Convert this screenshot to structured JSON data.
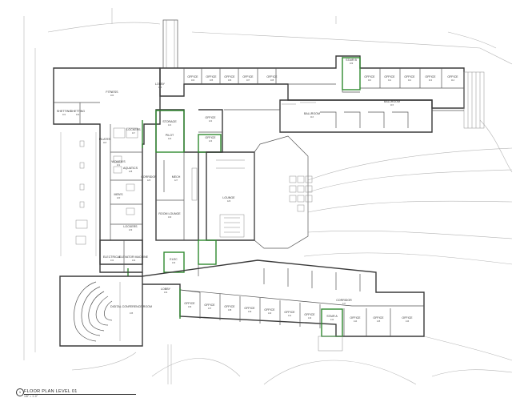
{
  "title": {
    "number": "1",
    "text": "FLOOR PLAN LEVEL 01",
    "scale": "1/8\" = 1'-0\""
  },
  "rooms": {
    "fitness": {
      "name": "FITNESS",
      "num": "100"
    },
    "shetting1": {
      "name": "SHETTING",
      "num": "101"
    },
    "shetting2": {
      "name": "SHETTING",
      "num": "102"
    },
    "lobby_n": {
      "name": "LOBBY",
      "num": "103"
    },
    "office_n1": {
      "name": "OFFICE",
      "num": "104"
    },
    "office_n2": {
      "name": "OFFICE",
      "num": "105"
    },
    "office_n3": {
      "name": "OFFICE",
      "num": "106"
    },
    "office_n4": {
      "name": "OFFICE",
      "num": "107"
    },
    "office_n5": {
      "name": "OFFICE",
      "num": "108"
    },
    "stair_n": {
      "name": "STAIR B",
      "num": "109"
    },
    "office_n6": {
      "name": "OFFICE",
      "num": "110"
    },
    "office_n7": {
      "name": "OFFICE",
      "num": "111"
    },
    "office_n8": {
      "name": "OFFICE",
      "num": "112"
    },
    "office_n9": {
      "name": "OFFICE",
      "num": "113"
    },
    "office_n10": {
      "name": "OFFICE",
      "num": "114"
    },
    "ballroom": {
      "name": "BALLROOM",
      "num": "115"
    },
    "ballroom2": {
      "name": "BALLROOM",
      "num": "116"
    },
    "lockers": {
      "name": "LOCKERS",
      "num": "117"
    },
    "pilates": {
      "name": "PILATES",
      "num": "118"
    },
    "womens": {
      "name": "WOMEN'S",
      "num": "119"
    },
    "mens": {
      "name": "MEN'S",
      "num": "120"
    },
    "storage": {
      "name": "STORAGE",
      "num": "121"
    },
    "office_c1": {
      "name": "OFFICE",
      "num": "122"
    },
    "office_c2": {
      "name": "OFFICE",
      "num": "123"
    },
    "pilot": {
      "name": "PILOT",
      "num": "124"
    },
    "corridor": {
      "name": "CORRIDOR",
      "num": "125"
    },
    "lounge": {
      "name": "LOUNGE",
      "num": "126"
    },
    "mech": {
      "name": "MECH",
      "num": "127"
    },
    "aquatics": {
      "name": "AQUATICS",
      "num": "128"
    },
    "lockers2": {
      "name": "LOCKERS",
      "num": "129"
    },
    "room_lounge": {
      "name": "ROOM LOUNGE",
      "num": "130"
    },
    "electrical": {
      "name": "ELECTRICAL",
      "num": "131"
    },
    "elevator": {
      "name": "ELEVATOR MACHINE",
      "num": "132"
    },
    "elec_s": {
      "name": "ELEC",
      "num": "133"
    },
    "lobby_s": {
      "name": "LOBBY",
      "num": "134"
    },
    "auditorium": {
      "name": "DIGITAL CONFERENCE ROOM",
      "num": "135"
    },
    "office_s1": {
      "name": "OFFICE",
      "num": "136"
    },
    "office_s2": {
      "name": "OFFICE",
      "num": "137"
    },
    "office_s3": {
      "name": "OFFICE",
      "num": "138"
    },
    "office_s4": {
      "name": "OFFICE",
      "num": "139"
    },
    "office_s5": {
      "name": "OFFICE",
      "num": "140"
    },
    "office_s6": {
      "name": "OFFICE",
      "num": "141"
    },
    "stair_s": {
      "name": "STAIR A",
      "num": "142"
    },
    "office_s7": {
      "name": "OFFICE",
      "num": "143"
    },
    "office_s8": {
      "name": "OFFICE",
      "num": "144"
    },
    "office_s9": {
      "name": "OFFICE",
      "num": "145"
    },
    "office_s10": {
      "name": "OFFICE",
      "num": "146"
    },
    "corridor_s": {
      "name": "CORRIDOR",
      "num": "147"
    }
  }
}
